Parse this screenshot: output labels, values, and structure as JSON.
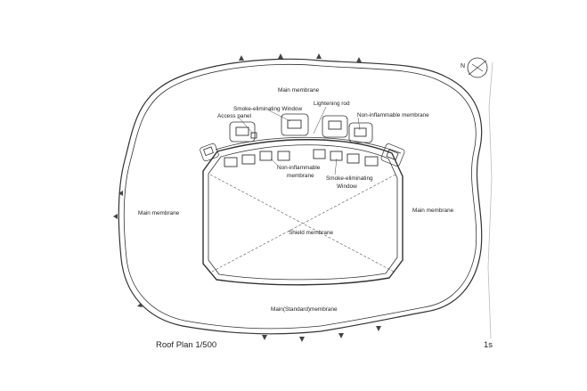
{
  "labels": {
    "main_top": "Main membrane",
    "smoke_window_top": "Smoke-eliminating Window",
    "lightening_rod": "Lightening rod",
    "access_panel": "Access panel",
    "non_inflammable_top": "Non-inflammable membrane",
    "non_inflammable_inner_1": "Non-inflammable",
    "non_inflammable_inner_2": "membrane",
    "smoke_window_inner_1": "Smoke-eliminating",
    "smoke_window_inner_2": "Window",
    "main_left": "Main membrane",
    "main_right": "Main membrane",
    "shield": "Shield membrane",
    "main_bottom": "Main(Standard)membrane"
  },
  "caption": "Roof Plan 1/500",
  "corner_mark": "1s",
  "north_mark": "N",
  "colors": {
    "line": "#333333",
    "background": "#ffffff",
    "text": "#222222"
  }
}
